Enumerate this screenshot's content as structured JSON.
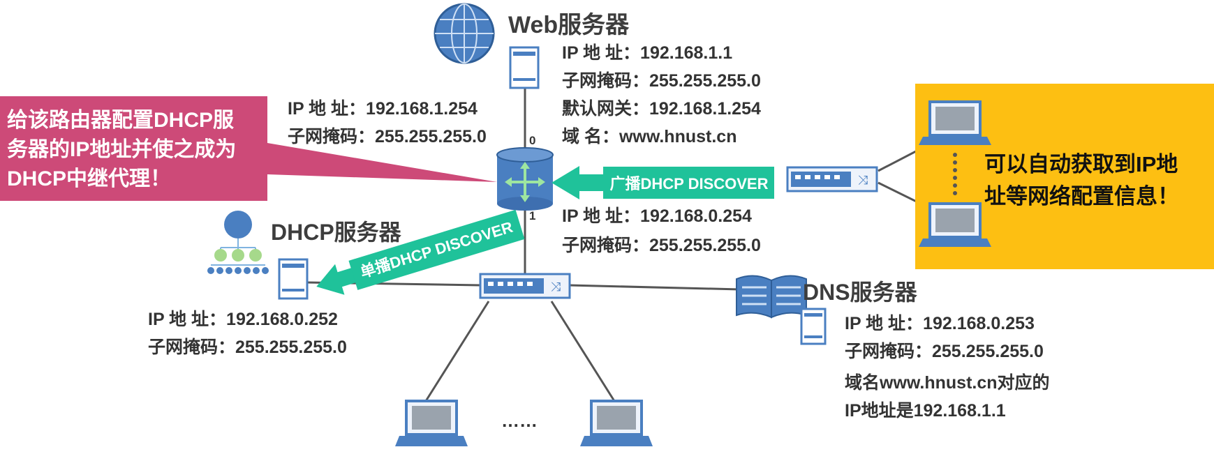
{
  "web_server": {
    "title": "Web服务器",
    "lines": [
      "IP 地  址：192.168.1.1",
      "子网掩码：255.255.255.0",
      "默认网关：192.168.1.254",
      "域      名：www.hnust.cn"
    ]
  },
  "router": {
    "interface0": [
      "IP 地  址：192.168.1.254",
      "子网掩码：255.255.255.0"
    ],
    "interface1": [
      "IP 地  址：192.168.0.254",
      "子网掩码：255.255.255.0"
    ],
    "port0": "0",
    "port1": "1"
  },
  "callout_router": [
    "给该路由器配置DHCP服",
    "务器的IP地址并使之成为",
    "DHCP中继代理！"
  ],
  "callout_hosts": [
    "可以自动获取到IP地",
    "址等网络配置信息！"
  ],
  "broadcast_label": "广播DHCP DISCOVER",
  "unicast_label": "单播DHCP DISCOVER",
  "dhcp_server": {
    "title": "DHCP服务器",
    "lines": [
      "IP 地  址：192.168.0.252",
      "子网掩码：255.255.255.0"
    ]
  },
  "dns_server": {
    "title": "DNS服务器",
    "lines": [
      "IP 地  址：192.168.0.253",
      "子网掩码：255.255.255.0",
      "域名www.hnust.cn对应的",
      "IP地址是192.168.1.1"
    ]
  },
  "ellipsis": "……",
  "colors": {
    "icon_blue": "#4a7fc1",
    "line": "#555555",
    "arrow_green": "#1fc29a",
    "callout_red": "#cd4a78",
    "callout_yellow": "#fdbf12"
  }
}
